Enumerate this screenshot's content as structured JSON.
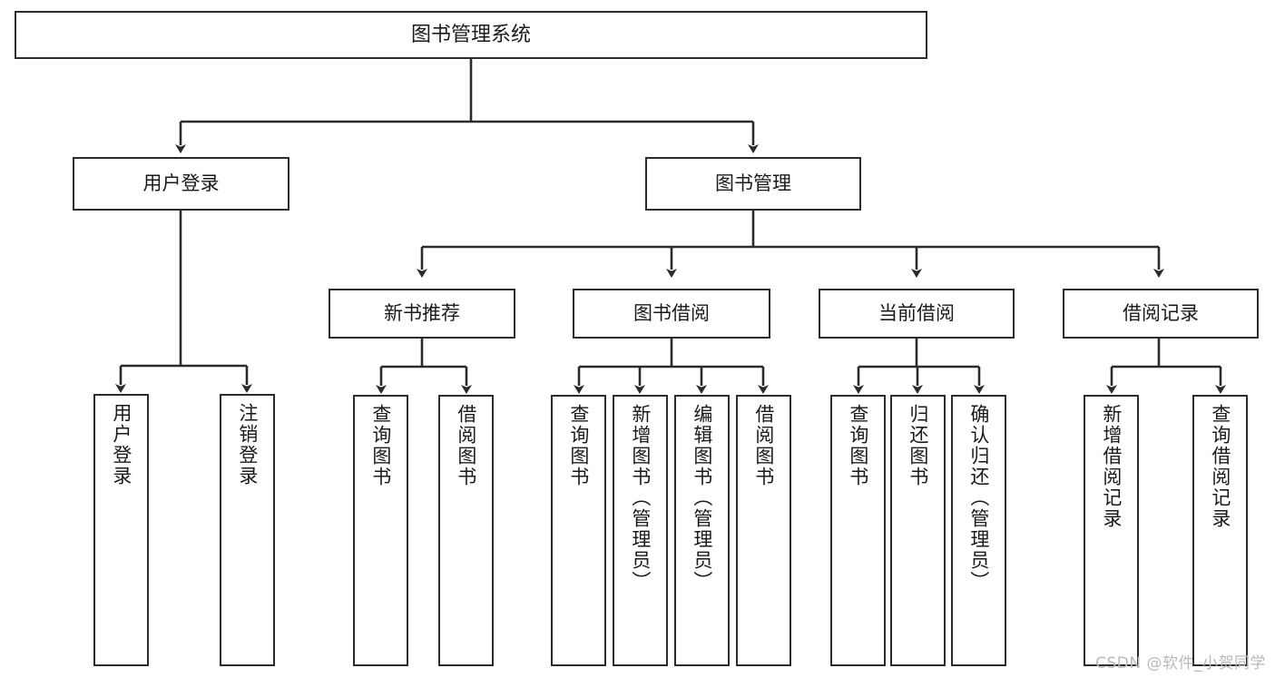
{
  "diagram": {
    "title": "图书管理系统",
    "background_color": "#ffffff",
    "line_color": "#2b2b2b",
    "text_color": "#1a1a1a",
    "watermark": "CSDN @软件_小贺同学"
  },
  "nodes": {
    "root": {
      "label": "图书管理系统"
    },
    "level2": [
      {
        "label": "用户登录"
      },
      {
        "label": "图书管理"
      }
    ],
    "level3": [
      {
        "label": "新书推荐"
      },
      {
        "label": "图书借阅"
      },
      {
        "label": "当前借阅"
      },
      {
        "label": "借阅记录"
      }
    ],
    "leaves": {
      "user_login": [
        {
          "label": "用户登录"
        },
        {
          "label": "注销登录"
        }
      ],
      "new_book_recommend": [
        {
          "label": "查询图书"
        },
        {
          "label": "借阅图书"
        }
      ],
      "book_borrow": [
        {
          "label": "查询图书"
        },
        {
          "label": "新增图书（管理员）"
        },
        {
          "label": "编辑图书（管理员）"
        },
        {
          "label": "借阅图书"
        }
      ],
      "current_borrow": [
        {
          "label": "查询图书"
        },
        {
          "label": "归还图书"
        },
        {
          "label": "确认归还（管理员）"
        }
      ],
      "borrow_records": [
        {
          "label": "新增借阅记录"
        },
        {
          "label": "查询借阅记录"
        }
      ]
    }
  }
}
